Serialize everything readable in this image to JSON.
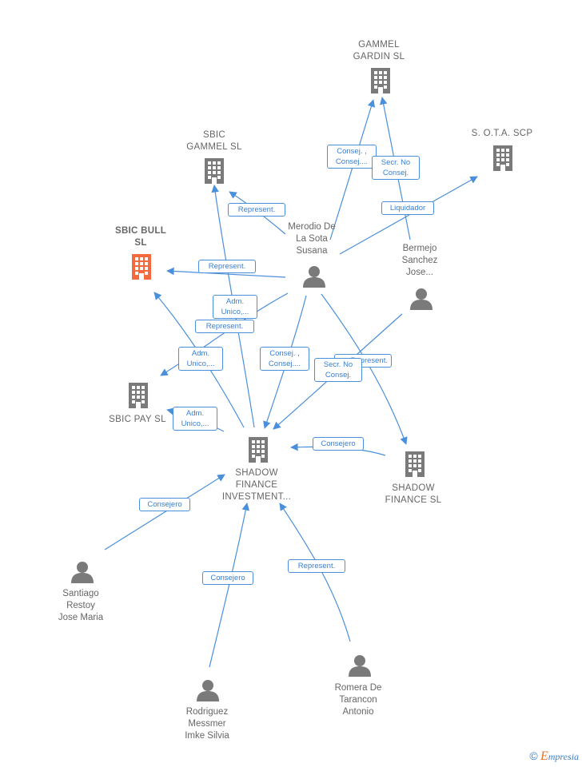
{
  "colors": {
    "edge": "#4a8fdb",
    "company": "#7a7a7a",
    "focus_company": "#f26a3d",
    "person": "#7a7a7a"
  },
  "nodes": {
    "gammel_gardin": {
      "label": "GAMMEL\nGARDIN  SL",
      "type": "company"
    },
    "sota_scp": {
      "label": "S. O.T.A. SCP",
      "type": "company"
    },
    "sbic_gammel": {
      "label": "SBIC\nGAMMEL  SL",
      "type": "company"
    },
    "sbic_bull": {
      "label": "SBIC BULL\nSL",
      "type": "focus-company"
    },
    "sbic_pay": {
      "label": "SBIC PAY  SL",
      "type": "company"
    },
    "shadow_investment": {
      "label": "SHADOW\nFINANCE\nINVESTMENT...",
      "type": "company"
    },
    "shadow_finance": {
      "label": "SHADOW\nFINANCE  SL",
      "type": "company"
    },
    "merodio": {
      "label": "Merodio De\nLa Sota\nSusana",
      "type": "person"
    },
    "bermejo": {
      "label": "Bermejo\nSanchez\nJose...",
      "type": "person"
    },
    "santiago": {
      "label": "Santiago\nRestoy\nJose Maria",
      "type": "person"
    },
    "rodriguez": {
      "label": "Rodriguez\nMessmer\nImke Silvia",
      "type": "person"
    },
    "romera": {
      "label": "Romera De\nTarancon\nAntonio",
      "type": "person"
    }
  },
  "edge_labels": {
    "merodio_gardin": "Consej. ,\nConsej....",
    "bermejo_gardin": "Secr.  No\nConsej.",
    "merodio_sota": "Liquidador",
    "merodio_sbic_gammel": "Represent.",
    "merodio_sbic_bull": "Represent.",
    "inv_sbic_gammel": "Adm.\nUnico,...",
    "merodio_sbic_pay": "Represent.",
    "inv_sbic_bull": "Adm.\nUnico,...",
    "merodio_inv": "Consej. ,\nConsej....",
    "bermejo_inv_hidden": "Represent.",
    "bermejo_inv": "Secr.  No\nConsej.",
    "inv_sbic_pay": "Adm.\nUnico,...",
    "shadowfin_inv": "Consejero",
    "santiago_inv": "Consejero",
    "rodriguez_inv": "Consejero",
    "romera_inv": "Represent."
  },
  "footer": {
    "copyright": "©",
    "brand_initial": "E",
    "brand_rest": "mpresia"
  }
}
